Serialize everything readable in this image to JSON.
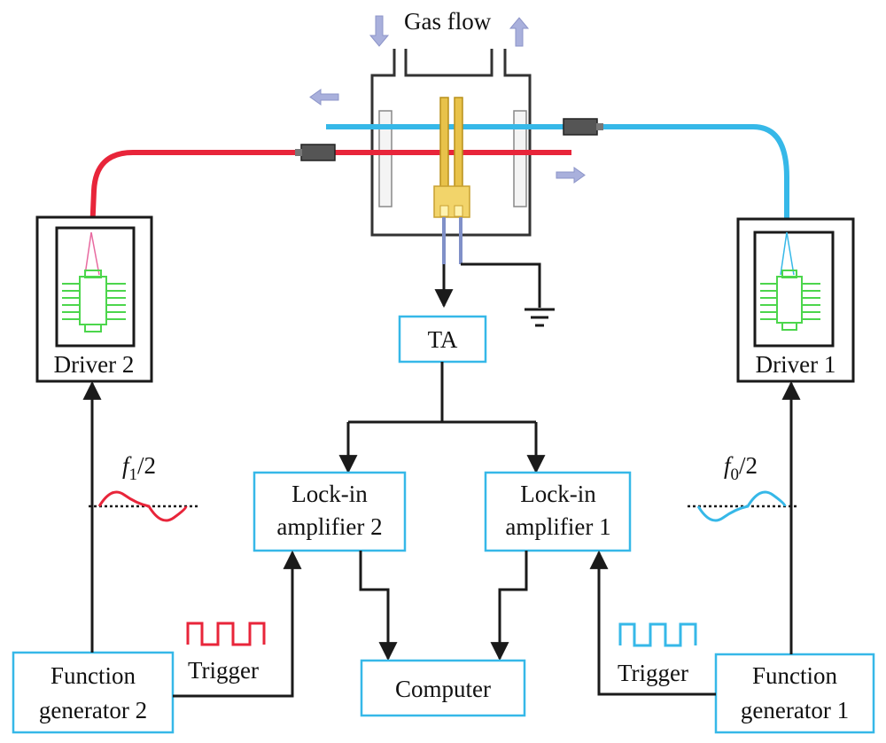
{
  "title": "Gas flow",
  "colors": {
    "red": "#e8253a",
    "blue": "#36b8e8",
    "box_border": "#36b8e8",
    "arrow": "#1a1a1a",
    "chip": "#4cd64c",
    "gold": "#e8c24a",
    "flow_arrow": "#a9b0dc"
  },
  "blocks": {
    "driver_left": "Driver 2",
    "driver_right": "Driver 1",
    "ta": "TA",
    "lockin_left": [
      "Lock-in",
      "amplifier 2"
    ],
    "lockin_right": [
      "Lock-in",
      "amplifier 1"
    ],
    "fg_left": [
      "Function",
      "generator 2"
    ],
    "fg_right": [
      "Function",
      "generator 1"
    ],
    "computer": "Computer"
  },
  "signals": {
    "trigger_left": "Trigger",
    "trigger_right": "Trigger",
    "freq_left": {
      "f": "f",
      "sub": "1",
      "rest": "/2"
    },
    "freq_right": {
      "f": "f",
      "sub": "0",
      "rest": "/2"
    }
  }
}
